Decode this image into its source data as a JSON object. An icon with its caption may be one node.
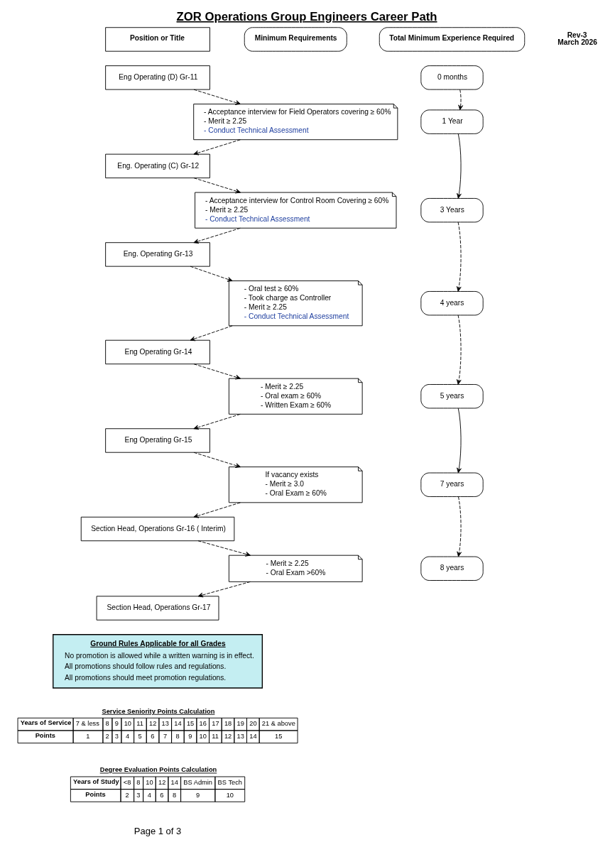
{
  "diagram": {
    "title": "ZOR Operations Group Engineers Career Path",
    "nodes": [
      {
        "text": [
          "Position or Title"
        ]
      },
      {
        "text": [
          "Minimum Requirements"
        ]
      },
      {
        "text": [
          "Total Minimum Experience Required"
        ]
      },
      {
        "text": [
          "Eng Operating (D) Gr-11"
        ]
      },
      {
        "text": [
          "0 months"
        ]
      },
      {
        "text": [
          "- Acceptance interview for Field Operators covering ≥ 60%",
          "- Merit ≥ 2.25",
          "- Conduct Technical Assessment"
        ]
      },
      {
        "text": [
          "1 Year"
        ]
      },
      {
        "text": [
          "Eng. Operating (C) Gr-12"
        ]
      },
      {
        "text": [
          "- Acceptance interview for Control Room Covering ≥ 60%",
          "- Merit ≥ 2.25",
          "- Conduct Technical Assessment"
        ]
      },
      {
        "text": [
          "3 Years"
        ]
      },
      {
        "text": [
          "Eng. Operating Gr-13"
        ]
      },
      {
        "text": [
          "- Oral test ≥ 60%",
          "- Took charge as Controller",
          "- Merit ≥ 2.25",
          "- Conduct Technical Assessment"
        ]
      },
      {
        "text": [
          "4 years"
        ]
      },
      {
        "text": [
          "Eng Operating Gr-14"
        ]
      },
      {
        "text": [
          "- Merit ≥ 2.25",
          "- Oral exam ≥ 60%",
          "- Written Exam ≥ 60%"
        ]
      },
      {
        "text": [
          "5 years"
        ]
      },
      {
        "text": [
          "Eng Operating Gr-15"
        ]
      },
      {
        "text": [
          "If vacancy exists",
          "- Merit ≥ 3.0",
          "- Oral Exam ≥ 60%"
        ]
      },
      {
        "text": [
          "7 years"
        ]
      },
      {
        "text": [
          "Section Head, Operations Gr-16 ( Interim)"
        ]
      },
      {
        "text": [
          "- Merit ≥ 2.25",
          "- Oral Exam >60%"
        ]
      },
      {
        "text": [
          "8 years"
        ]
      },
      {
        "text": [
          "Section Head, Operations Gr-17"
        ]
      },
      {
        "text": [
          "Ground Rules Applicable for all Grades",
          "No promotion is allowed while a written warning is in effect.",
          "All promotions should follow rules and regulations.",
          "All promotions should meet promotion regulations."
        ]
      }
    ],
    "edges": [
      {
        "from": 3,
        "to": 5,
        "arrow": "to",
        "style": "dashed"
      },
      {
        "from": 5,
        "to": 7,
        "arrow": "to",
        "style": "dashed"
      },
      {
        "from": 7,
        "to": 8,
        "arrow": "to",
        "style": "dashed"
      },
      {
        "from": 8,
        "to": 10,
        "arrow": "to",
        "style": "dashed"
      },
      {
        "from": 10,
        "to": 11,
        "arrow": "to",
        "style": "dashed"
      },
      {
        "from": 11,
        "to": 13,
        "arrow": "to",
        "style": "dashed"
      },
      {
        "from": 13,
        "to": 14,
        "arrow": "to",
        "style": "dashed"
      },
      {
        "from": 14,
        "to": 16,
        "arrow": "to",
        "style": "dashed"
      },
      {
        "from": 16,
        "to": 17,
        "arrow": "to",
        "style": "dashed"
      },
      {
        "from": 17,
        "to": 19,
        "arrow": "to",
        "style": "dashed"
      },
      {
        "from": 19,
        "to": 20,
        "arrow": "to",
        "style": "dashed"
      },
      {
        "from": 20,
        "to": 22,
        "arrow": "to",
        "style": "dashed"
      },
      {
        "from": 4,
        "to": 6,
        "arrow": "to",
        "style": "dashed"
      },
      {
        "from": 6,
        "to": 9,
        "arrow": "to"
      },
      {
        "from": 9,
        "to": 12,
        "arrow": "to",
        "style": "dashed"
      },
      {
        "from": 12,
        "to": 15,
        "arrow": "to",
        "style": "dashed"
      },
      {
        "from": 15,
        "to": 18,
        "arrow": "to"
      },
      {
        "from": 18,
        "to": 21,
        "arrow": "to",
        "style": "dashed"
      }
    ],
    "labels": [
      "Rev-3",
      "March 2026",
      "Service Seniority Points Calculation",
      "Years of Service",
      "7 & less",
      "8",
      "9",
      "10",
      "11",
      "12",
      "13",
      "14",
      "15",
      "16",
      "17",
      "18",
      "19",
      "20",
      "21 & above",
      "Points",
      "1",
      "2",
      "3",
      "4",
      "5",
      "6",
      "7",
      "8",
      "9",
      "10",
      "11",
      "12",
      "13",
      "14",
      "15",
      "Degree Evaluation Points Calculation",
      "Years of Study",
      "<8",
      "8",
      "10",
      "12",
      "14",
      "BS Admin",
      "BS Tech",
      "Points",
      "2",
      "3",
      "4",
      "6",
      "8",
      "9",
      "10",
      "Page 1 of 3"
    ]
  }
}
